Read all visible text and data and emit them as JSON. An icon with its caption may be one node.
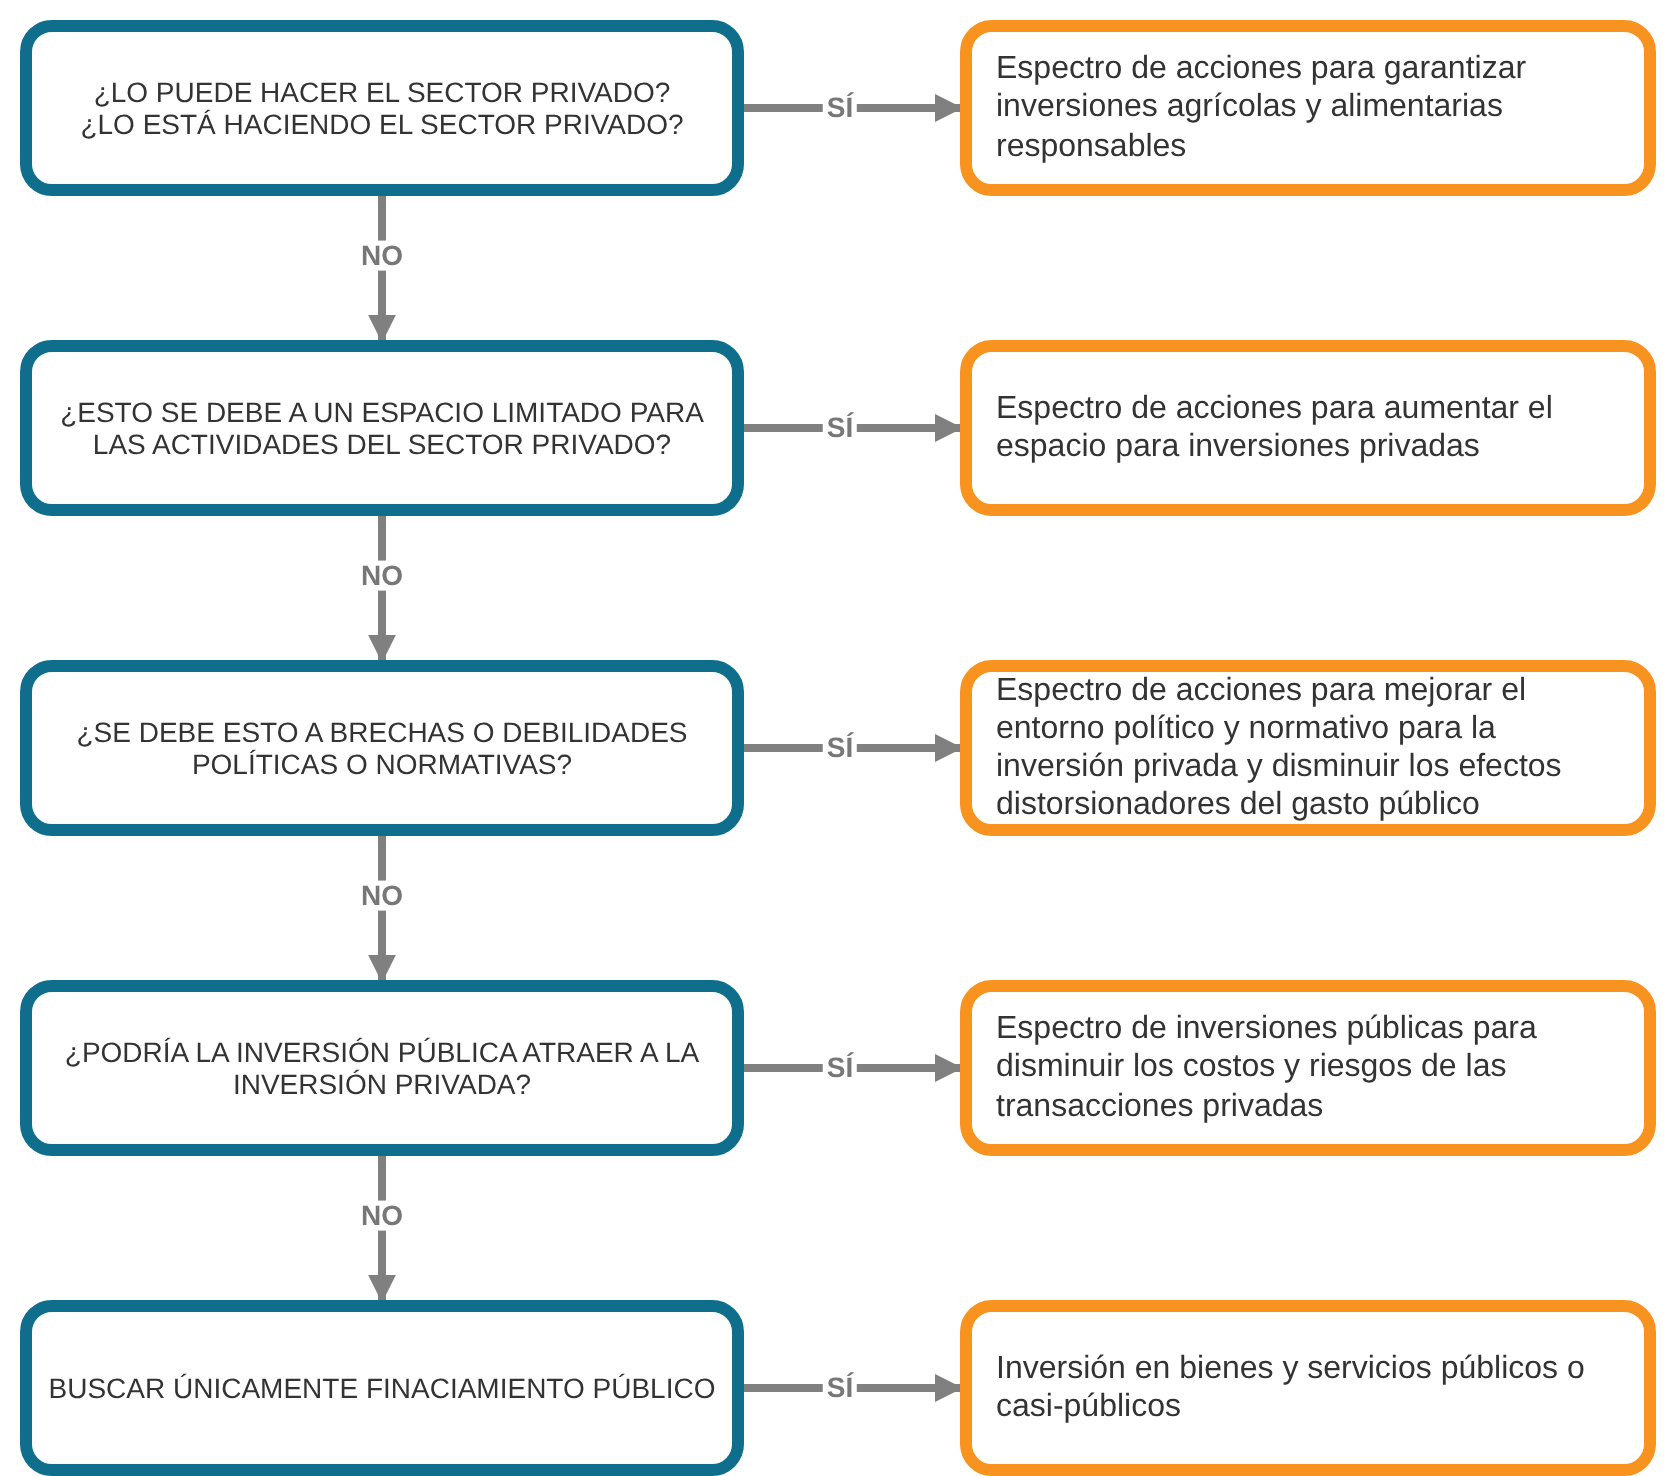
{
  "diagram": {
    "nodes": [
      {
        "text": [
          "¿LO PUEDE HACER EL SECTOR PRIVADO?",
          "¿LO ESTÁ HACIENDO EL SECTOR PRIVADO?"
        ]
      },
      {
        "text": [
          "Espectro de acciones para garantizar inversiones agrícolas y alimentarias responsables"
        ]
      },
      {
        "text": [
          "¿ESTO SE DEBE A UN ESPACIO LIMITADO PARA LAS ACTIVIDADES DEL SECTOR PRIVADO?"
        ]
      },
      {
        "text": [
          "Espectro de acciones para aumentar el espacio para inversiones privadas"
        ]
      },
      {
        "text": [
          "¿SE DEBE ESTO A BRECHAS O DEBILIDADES POLÍTICAS O NORMATIVAS?"
        ]
      },
      {
        "text": [
          "Espectro de acciones para mejorar el entorno político y normativo para la inversión privada y disminuir los efectos distorsionadores del gasto público"
        ]
      },
      {
        "text": [
          "¿PODRÍA LA INVERSIÓN PÚBLICA ATRAER A LA INVERSIÓN PRIVADA?"
        ]
      },
      {
        "text": [
          "Espectro de inversiones públicas para disminuir los costos y riesgos de las transacciones privadas"
        ]
      },
      {
        "text": [
          "BUSCAR ÚNICAMENTE FINACIAMIENTO PÚBLICO"
        ]
      },
      {
        "text": [
          "Inversión en bienes y servicios públicos o casi-públicos"
        ]
      }
    ],
    "edges": [
      {
        "from": 0,
        "to": 1,
        "arrow": "to",
        "label": "SÍ"
      },
      {
        "from": 0,
        "to": 2,
        "arrow": "to",
        "label": "NO"
      },
      {
        "from": 2,
        "to": 3,
        "arrow": "to",
        "label": "SÍ"
      },
      {
        "from": 2,
        "to": 4,
        "arrow": "to",
        "label": "NO"
      },
      {
        "from": 4,
        "to": 5,
        "arrow": "to",
        "label": "SÍ"
      },
      {
        "from": 4,
        "to": 6,
        "arrow": "to",
        "label": "NO"
      },
      {
        "from": 6,
        "to": 7,
        "arrow": "to",
        "label": "SÍ"
      },
      {
        "from": 6,
        "to": 8,
        "arrow": "to",
        "label": "NO"
      },
      {
        "from": 8,
        "to": 9,
        "arrow": "to",
        "label": "SÍ"
      }
    ]
  }
}
